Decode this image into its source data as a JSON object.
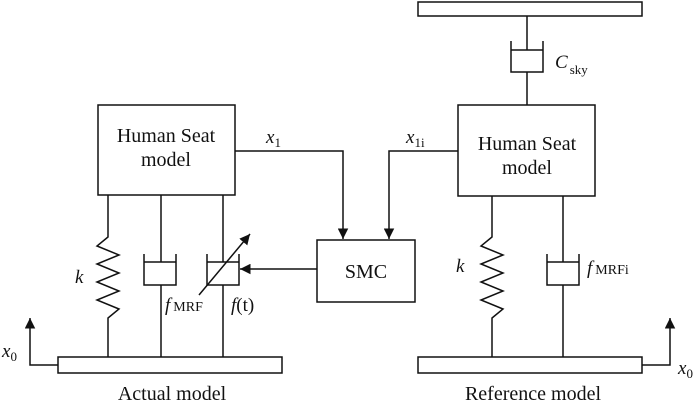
{
  "actual": {
    "block_line1": "Human Seat",
    "block_line2": "model",
    "output_var": "x",
    "output_sub": "1",
    "spring_label": "k",
    "damper_label": "f",
    "damper_sub": "MRF",
    "control_label": "f",
    "control_arg": "(t)",
    "input_var": "x",
    "input_sub": "0",
    "caption": "Actual model"
  },
  "controller": {
    "label": "SMC"
  },
  "reference": {
    "block_line1": "Human Seat",
    "block_line2": "model",
    "output_var": "x",
    "output_sub": "1i",
    "skyhook_label": "C",
    "skyhook_sub": "sky",
    "spring_label": "k",
    "damper_label": "f",
    "damper_sub": "MRFi",
    "input_var": "x",
    "input_sub": "0",
    "caption": "Reference model"
  }
}
